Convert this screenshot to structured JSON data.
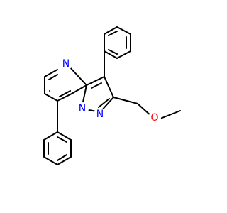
{
  "molecule": {
    "atom_labels": {
      "n_pyrimidine": "N",
      "n_bridgehead": "N",
      "n_pyrazole": "N",
      "o_methoxy": "O"
    }
  },
  "colors": {
    "bond": "#000000",
    "nitrogen": "#0000ff",
    "oxygen": "#ff0000",
    "background": "#ffffff"
  }
}
